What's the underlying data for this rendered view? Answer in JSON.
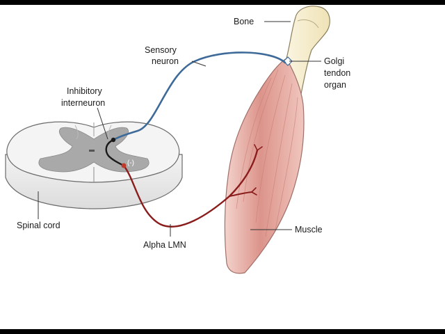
{
  "labels": {
    "bone": "Bone",
    "sensory_line1": "Sensory",
    "sensory_line2": "neuron",
    "golgi_line1": "Golgi",
    "golgi_line2": "tendon",
    "golgi_line3": "organ",
    "inhib_line1": "Inhibitory",
    "inhib_line2": "interneuron",
    "spinal_cord": "Spinal cord",
    "alpha_lmn": "Alpha LMN",
    "muscle": "Muscle",
    "synapse_sign": "(-)"
  },
  "colors": {
    "sensory_neuron": "#3d6a98",
    "motor_neuron": "#8a1c1c",
    "interneuron": "#1a1a1a",
    "gray_matter": "#a9a9a9",
    "white_matter": "#f4f4f4",
    "bone": "#f6ecc9",
    "muscle": "#e4a49c",
    "background": "#ffffff",
    "letterbox": "#000000"
  }
}
